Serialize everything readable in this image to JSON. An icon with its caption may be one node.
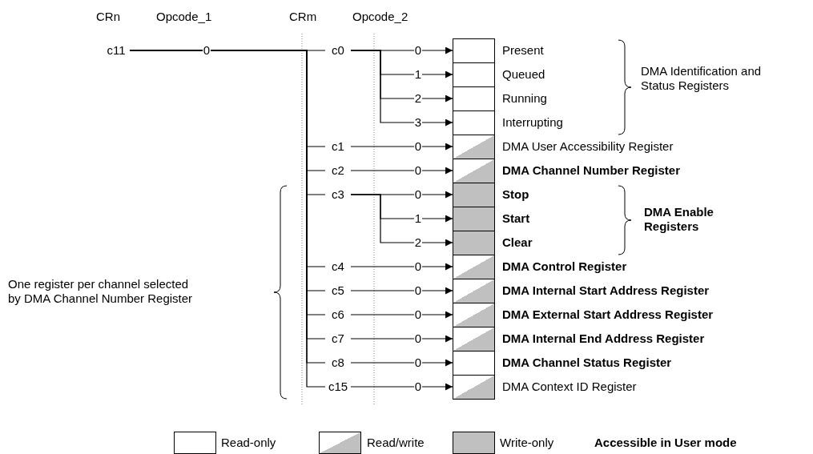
{
  "diagram": {
    "nodes": [
      {
        "text": [
          "c11"
        ]
      },
      {
        "text": [
          "c0"
        ]
      },
      {
        "text": [
          "c1"
        ]
      },
      {
        "text": [
          "c2"
        ]
      },
      {
        "text": [
          "c3"
        ]
      },
      {
        "text": [
          "c4"
        ]
      },
      {
        "text": [
          "c5"
        ]
      },
      {
        "text": [
          "c6"
        ]
      },
      {
        "text": [
          "c7"
        ]
      },
      {
        "text": [
          "c8"
        ]
      },
      {
        "text": [
          "c15"
        ]
      },
      {
        "text": [],
        "shape": "box",
        "beside": [
          "Present"
        ]
      },
      {
        "text": [],
        "shape": "box",
        "beside": [
          "Queued"
        ]
      },
      {
        "text": [],
        "shape": "box",
        "beside": [
          "Running"
        ]
      },
      {
        "text": [],
        "shape": "box",
        "beside": [
          "Interrupting"
        ]
      },
      {
        "text": [],
        "shape": "box",
        "beside": [
          "DMA User Accessibility Register"
        ]
      },
      {
        "text": [],
        "shape": "box",
        "beside": [
          "DMA Channel Number Register"
        ]
      },
      {
        "text": [],
        "shape": "box",
        "beside": [
          "Stop"
        ]
      },
      {
        "text": [],
        "shape": "box",
        "beside": [
          "Start"
        ]
      },
      {
        "text": [],
        "shape": "box",
        "beside": [
          "Clear"
        ]
      },
      {
        "text": [],
        "shape": "box",
        "beside": [
          "DMA Control Register"
        ]
      },
      {
        "text": [],
        "shape": "box",
        "beside": [
          "DMA Internal Start Address Register"
        ]
      },
      {
        "text": [],
        "shape": "box",
        "beside": [
          "DMA External Start Address Register"
        ]
      },
      {
        "text": [],
        "shape": "box",
        "beside": [
          "DMA Internal End Address Register"
        ]
      },
      {
        "text": [],
        "shape": "box",
        "beside": [
          "DMA Channel Status Register"
        ]
      },
      {
        "text": [],
        "shape": "box",
        "beside": [
          "DMA Context ID Register"
        ]
      }
    ],
    "edges": [
      {
        "from": 0,
        "to": 1,
        "arrow": "none",
        "label": "0"
      },
      {
        "from": 0,
        "to": 2,
        "arrow": "none"
      },
      {
        "from": 0,
        "to": 3,
        "arrow": "none"
      },
      {
        "from": 0,
        "to": 4,
        "arrow": "none"
      },
      {
        "from": 0,
        "to": 5,
        "arrow": "none"
      },
      {
        "from": 0,
        "to": 6,
        "arrow": "none"
      },
      {
        "from": 0,
        "to": 7,
        "arrow": "none"
      },
      {
        "from": 0,
        "to": 8,
        "arrow": "none"
      },
      {
        "from": 0,
        "to": 9,
        "arrow": "none"
      },
      {
        "from": 0,
        "to": 10,
        "arrow": "none"
      },
      {
        "from": 1,
        "to": 11,
        "arrow": "to",
        "label": "0"
      },
      {
        "from": 1,
        "to": 12,
        "arrow": "to",
        "label": "1"
      },
      {
        "from": 1,
        "to": 13,
        "arrow": "to",
        "label": "2"
      },
      {
        "from": 1,
        "to": 14,
        "arrow": "to",
        "label": "3"
      },
      {
        "from": 2,
        "to": 15,
        "arrow": "to",
        "label": "0"
      },
      {
        "from": 3,
        "to": 16,
        "arrow": "to",
        "label": "0"
      },
      {
        "from": 4,
        "to": 17,
        "arrow": "to",
        "label": "0"
      },
      {
        "from": 4,
        "to": 18,
        "arrow": "to",
        "label": "1"
      },
      {
        "from": 4,
        "to": 19,
        "arrow": "to",
        "label": "2"
      },
      {
        "from": 5,
        "to": 20,
        "arrow": "to",
        "label": "0"
      },
      {
        "from": 6,
        "to": 21,
        "arrow": "to",
        "label": "0"
      },
      {
        "from": 7,
        "to": 22,
        "arrow": "to",
        "label": "0"
      },
      {
        "from": 8,
        "to": 23,
        "arrow": "to",
        "label": "0"
      },
      {
        "from": 9,
        "to": 24,
        "arrow": "to",
        "label": "0"
      },
      {
        "from": 10,
        "to": 25,
        "arrow": "to",
        "label": "0"
      }
    ],
    "labels": [
      "CRn",
      "Opcode_1",
      "CRm",
      "Opcode_2",
      "DMA Identification and Status Registers",
      "DMA Enable Registers",
      "One register per channel selected by DMA Channel Number Register"
    ],
    "legend": [
      {
        "text": "Read-only",
        "color": "#ffffff"
      },
      {
        "text": "Read/write"
      },
      {
        "text": "Write-only",
        "color": "#c0c0c0"
      },
      {
        "text": "Accessible in User mode"
      }
    ]
  }
}
